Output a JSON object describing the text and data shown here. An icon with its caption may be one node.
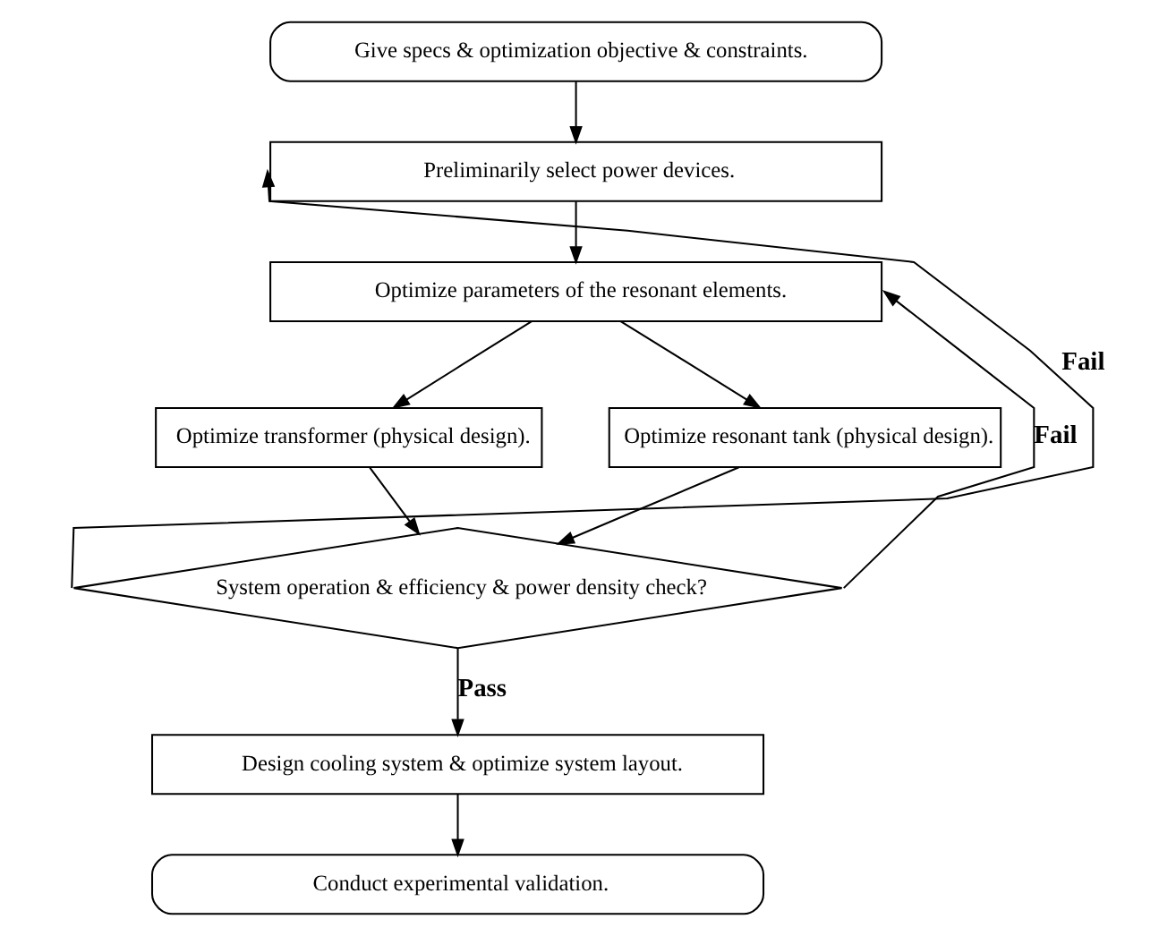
{
  "diagram": {
    "nodes": [
      {
        "text": [
          "Give specs & optimization objective & constraints."
        ]
      },
      {
        "text": [
          "Preliminarily select power devices."
        ]
      },
      {
        "text": [
          "Optimize parameters of the resonant elements."
        ]
      },
      {
        "text": [
          "Optimize transformer (physical design)."
        ]
      },
      {
        "text": [
          "Optimize resonant tank (physical design)."
        ]
      },
      {
        "text": [
          "System operation & efficiency & power density check?"
        ]
      },
      {
        "text": [
          "Design cooling system & optimize system layout."
        ]
      },
      {
        "text": [
          "Conduct experimental validation."
        ]
      }
    ],
    "edges": [
      {
        "from": 0,
        "to": 1,
        "arrow": "to"
      },
      {
        "from": 1,
        "to": 2,
        "arrow": "to"
      },
      {
        "from": 2,
        "to": 3,
        "arrow": "to"
      },
      {
        "from": 2,
        "to": 4,
        "arrow": "to"
      },
      {
        "from": 3,
        "to": 5,
        "arrow": "to"
      },
      {
        "from": 4,
        "to": 5,
        "arrow": "to"
      },
      {
        "from": 5,
        "to": 1,
        "label": "Fail",
        "arrow": "to"
      },
      {
        "from": 5,
        "to": 2,
        "label": "Fail",
        "arrow": "to"
      },
      {
        "from": 5,
        "to": 6,
        "label": "Pass",
        "arrow": "to"
      },
      {
        "from": 6,
        "to": 7,
        "arrow": "to"
      }
    ]
  }
}
